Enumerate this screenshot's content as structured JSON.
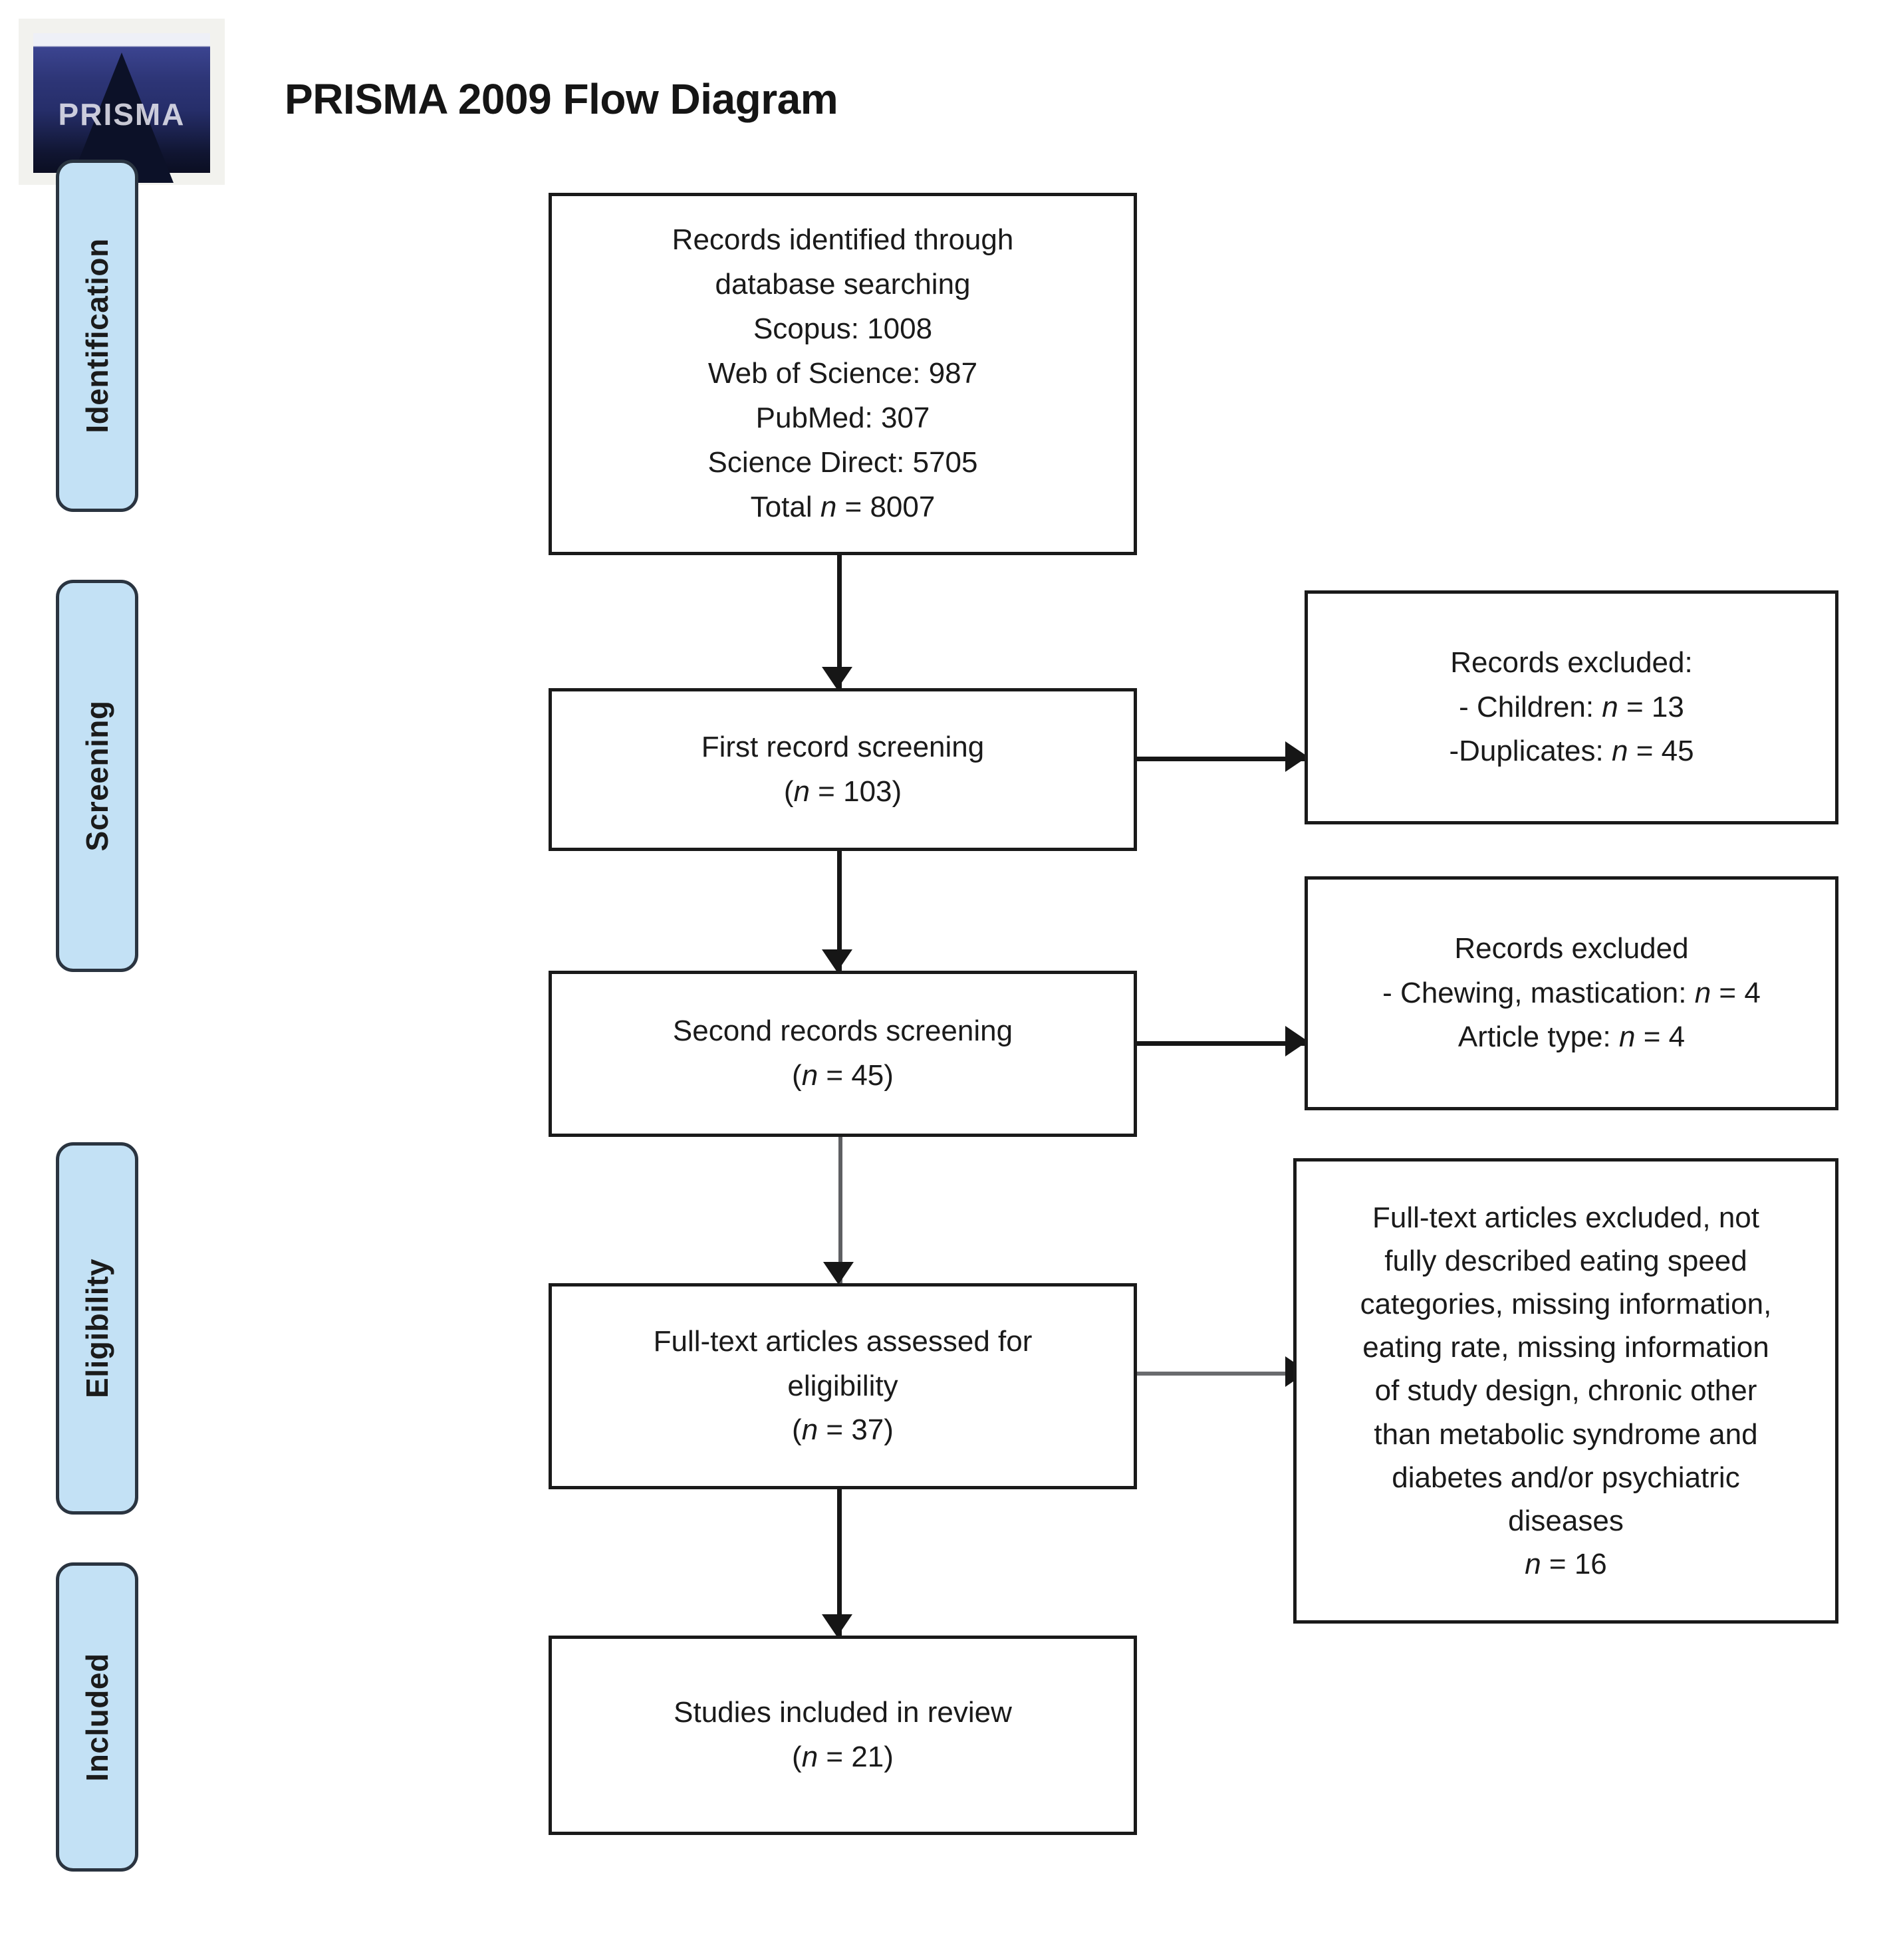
{
  "header": {
    "title": "PRISMA 2009 Flow Diagram",
    "logo_word": "PRISMA",
    "logo_icon": "prisma-pyramid-logo"
  },
  "stages": [
    {
      "id": "identification",
      "label": "Identification"
    },
    {
      "id": "screening",
      "label": "Screening"
    },
    {
      "id": "eligibility",
      "label": "Eligibility"
    },
    {
      "id": "included",
      "label": "Included"
    }
  ],
  "flow": {
    "identified": {
      "text": "Records identified through\ndatabase searching\nScopus: 1008\nWeb of Science: 987\nPubMed: 307\nScience Direct: 5705\nTotal n = 8007"
    },
    "first_screening": {
      "text": "First record screening\n(n = 103)"
    },
    "excluded_first": {
      "text": "Records excluded:\n - Children: n = 13\n-Duplicates: n = 45"
    },
    "second_screening": {
      "text": "Second records screening\n(n = 45)"
    },
    "excluded_second": {
      "text": "Records excluded\n - Chewing, mastication: n = 4\nArticle type: n = 4"
    },
    "eligibility_assessed": {
      "text": "Full-text articles assessed for\neligibility\n(n = 37)"
    },
    "excluded_fulltext": {
      "text": "Full-text articles excluded, not\nfully described eating speed\ncategories, missing information,\neating rate, missing information\nof study design, chronic other\nthan metabolic syndrome and\ndiabetes and/or psychiatric\ndiseases\nn = 16"
    },
    "included_final": {
      "text": "Studies included in review\n(n = 21)"
    }
  },
  "counts": {
    "scopus": 1008,
    "web_of_science": 987,
    "pubmed": 307,
    "science_direct": 5705,
    "total_identified": 8007,
    "first_screening": 103,
    "excluded_children": 13,
    "excluded_duplicates": 45,
    "second_screening": 45,
    "excluded_chewing_mastication": 4,
    "excluded_article_type": 4,
    "fulltext_assessed": 37,
    "fulltext_excluded": 16,
    "studies_included": 21
  },
  "colors": {
    "stage_bar_fill": "#c3e1f5",
    "stage_bar_border": "#2a3440",
    "box_border": "#1a1a1a",
    "text": "#1a1a1a",
    "page_background": "#ffffff"
  }
}
